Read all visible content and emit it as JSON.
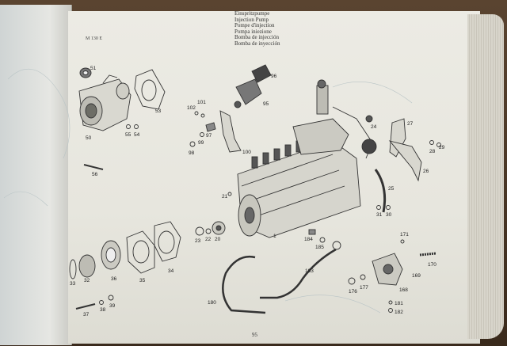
{
  "header": {
    "titles": [
      "Einspritzpumpe",
      "Injection Pump",
      "Pompe d'injection",
      "Pompa iniezione",
      "Bomba de injección",
      "Bomba de inyección"
    ]
  },
  "model_tag": "M 130 E",
  "page_number": "95",
  "parts": [
    {
      "id": "p51",
      "label": "51"
    },
    {
      "id": "p50",
      "label": "50"
    },
    {
      "id": "p53",
      "label": "53"
    },
    {
      "id": "p55",
      "label": "55"
    },
    {
      "id": "p54",
      "label": "54"
    },
    {
      "id": "p56",
      "label": "56"
    },
    {
      "id": "p96",
      "label": "96"
    },
    {
      "id": "p95",
      "label": "95"
    },
    {
      "id": "p102",
      "label": "102"
    },
    {
      "id": "p101",
      "label": "101"
    },
    {
      "id": "p97",
      "label": "97"
    },
    {
      "id": "p99",
      "label": "99"
    },
    {
      "id": "p98",
      "label": "98"
    },
    {
      "id": "p100",
      "label": "100"
    },
    {
      "id": "p24",
      "label": "24"
    },
    {
      "id": "p27",
      "label": "27"
    },
    {
      "id": "p28",
      "label": "28"
    },
    {
      "id": "p29",
      "label": "29"
    },
    {
      "id": "p26",
      "label": "26"
    },
    {
      "id": "p25",
      "label": "25"
    },
    {
      "id": "p31",
      "label": "31"
    },
    {
      "id": "p30",
      "label": "30"
    },
    {
      "id": "p21",
      "label": "21"
    },
    {
      "id": "p1",
      "label": "1"
    },
    {
      "id": "p23",
      "label": "23"
    },
    {
      "id": "p22",
      "label": "22"
    },
    {
      "id": "p20",
      "label": "20"
    },
    {
      "id": "p184",
      "label": "184"
    },
    {
      "id": "p185",
      "label": "185"
    },
    {
      "id": "p171",
      "label": "171"
    },
    {
      "id": "p170",
      "label": "170"
    },
    {
      "id": "p169",
      "label": "169"
    },
    {
      "id": "p168",
      "label": "168"
    },
    {
      "id": "p177",
      "label": "177"
    },
    {
      "id": "p176",
      "label": "176"
    },
    {
      "id": "p183",
      "label": "183"
    },
    {
      "id": "p180",
      "label": "180"
    },
    {
      "id": "p181",
      "label": "181"
    },
    {
      "id": "p182",
      "label": "182"
    },
    {
      "id": "p33",
      "label": "33"
    },
    {
      "id": "p32",
      "label": "32"
    },
    {
      "id": "p36",
      "label": "36"
    },
    {
      "id": "p35",
      "label": "35"
    },
    {
      "id": "p34",
      "label": "34"
    },
    {
      "id": "p37",
      "label": "37"
    },
    {
      "id": "p38",
      "label": "38"
    },
    {
      "id": "p39",
      "label": "39"
    }
  ]
}
